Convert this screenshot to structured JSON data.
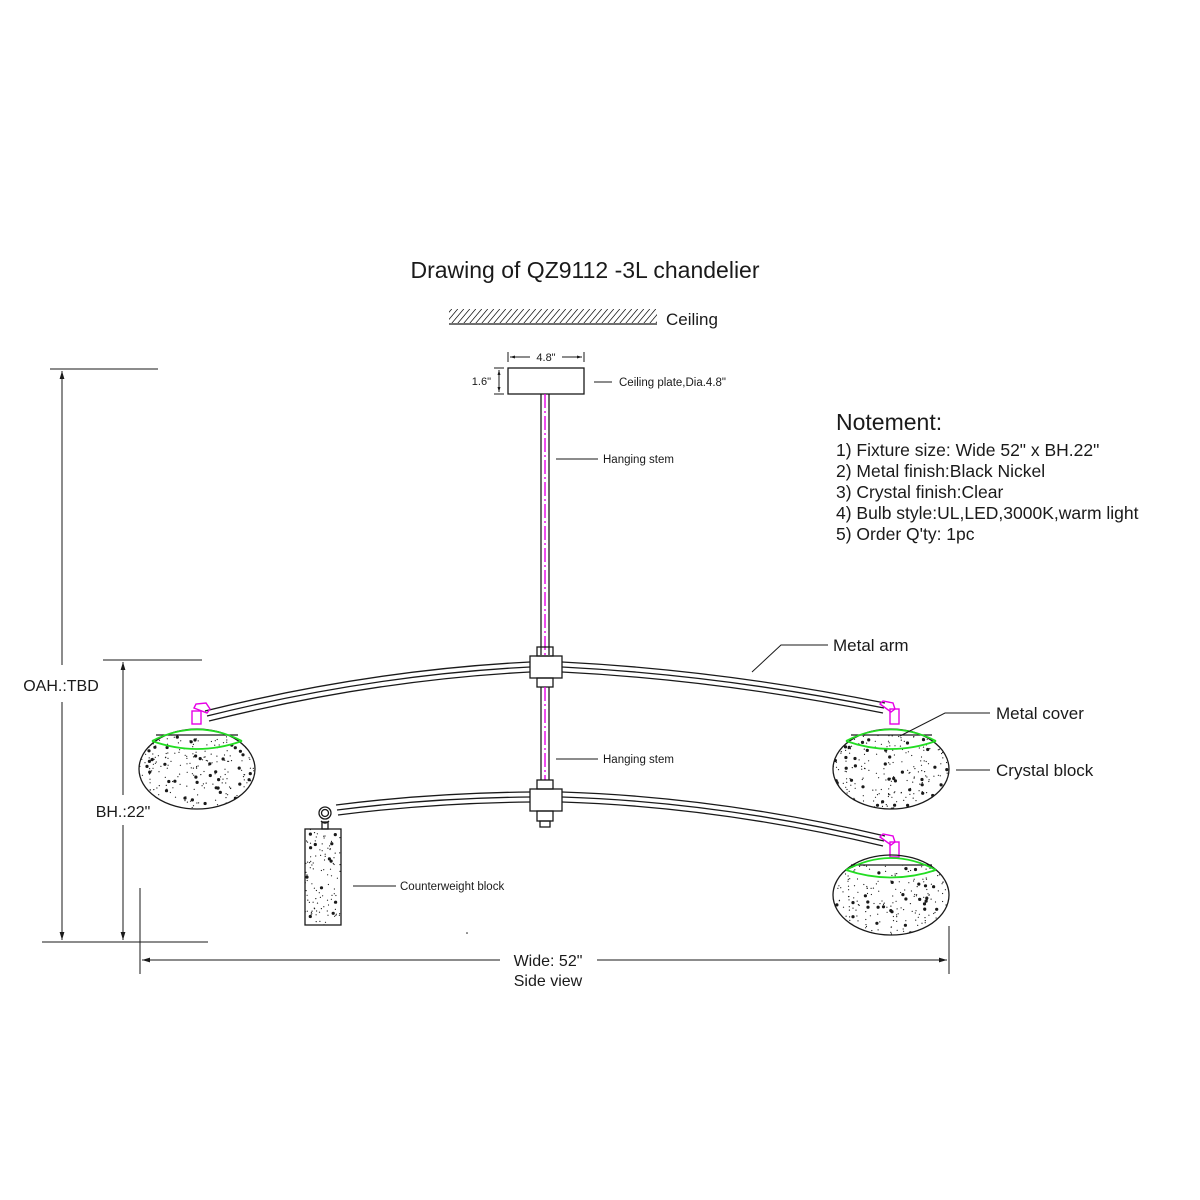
{
  "title": "Drawing of QZ9112 -3L chandelier",
  "ceiling_label": "Ceiling",
  "dimensions": {
    "plate_width": "4.8\"",
    "plate_height": "1.6\"",
    "oah": "OAH.:TBD",
    "bh": "BH.:22\"",
    "wide": "Wide: 52\"",
    "view": "Side view"
  },
  "callouts": {
    "ceiling_plate": "Ceiling plate,Dia.4.8\"",
    "hanging_stem_upper": "Hanging stem",
    "hanging_stem_lower": "Hanging stem",
    "metal_arm": "Metal arm",
    "metal_cover": "Metal cover",
    "crystal_block": "Crystal block",
    "counterweight_block": "Counterweight block"
  },
  "notes": {
    "heading": "Notement:",
    "items": [
      "1) Fixture size: Wide 52\" x BH.22\"",
      "2) Metal finish:Black Nickel",
      "3) Crystal finish:Clear",
      "4) Bulb style:UL,LED,3000K,warm light",
      "5) Order Q'ty: 1pc"
    ]
  },
  "colors": {
    "line": "#1a1a1a",
    "stem_centerline": "#e600e6",
    "metal_cover": "#22dd22"
  }
}
